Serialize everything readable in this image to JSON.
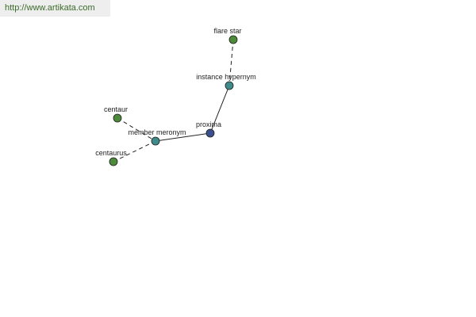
{
  "watermark": {
    "text": "http://www.artikata.com"
  },
  "colors": {
    "edge": "#222222",
    "node_outline": "#1f1f1f",
    "leaf_node": "#4d8a3a",
    "relation_node": "#3f8a8a",
    "center_node": "#3b4f8f",
    "watermark_text": "#3a6b2a"
  },
  "graph": {
    "nodes": [
      {
        "id": "flare-star",
        "label": "flare star",
        "kind": "leaf"
      },
      {
        "id": "instance-hypernym",
        "label": "instance hypernym",
        "kind": "relation"
      },
      {
        "id": "proxima",
        "label": "proxima",
        "kind": "center"
      },
      {
        "id": "member-meronym",
        "label": "member meronym",
        "kind": "relation"
      },
      {
        "id": "centaur",
        "label": "centaur",
        "kind": "leaf"
      },
      {
        "id": "centaurus",
        "label": "centaurus",
        "kind": "leaf"
      }
    ],
    "edges": [
      {
        "from": "flare-star",
        "to": "instance-hypernym",
        "style": "dashed"
      },
      {
        "from": "instance-hypernym",
        "to": "proxima",
        "style": "solid"
      },
      {
        "from": "proxima",
        "to": "member-meronym",
        "style": "solid"
      },
      {
        "from": "centaur",
        "to": "member-meronym",
        "style": "dashed"
      },
      {
        "from": "member-meronym",
        "to": "centaurus",
        "style": "dashed"
      }
    ]
  }
}
